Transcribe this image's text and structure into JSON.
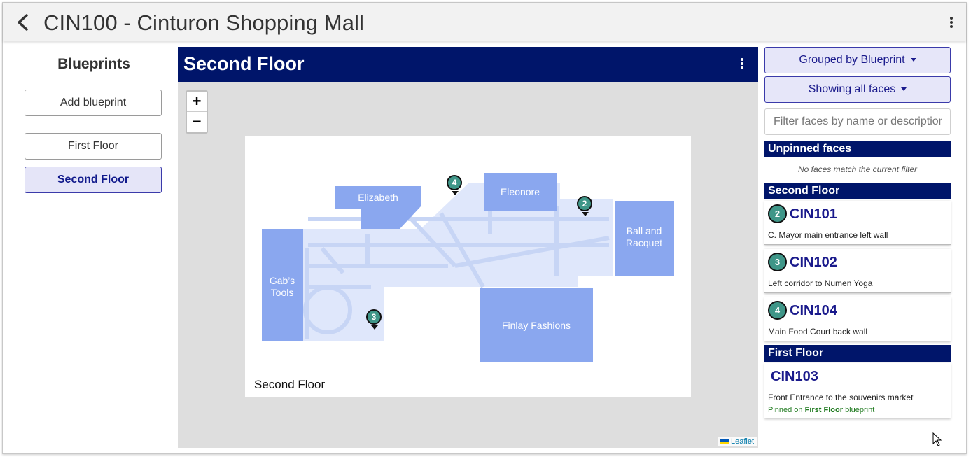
{
  "header": {
    "title": "CIN100 - Cinturon Shopping Mall"
  },
  "sidebar": {
    "heading": "Blueprints",
    "add_label": "Add blueprint",
    "items": [
      {
        "label": "First Floor",
        "selected": false
      },
      {
        "label": "Second Floor",
        "selected": true
      }
    ]
  },
  "map": {
    "title": "Second Floor",
    "zoom_in": "+",
    "zoom_out": "−",
    "attribution": "Leaflet",
    "blueprint": {
      "caption": "Second Floor",
      "stores": [
        "Elizabeth",
        "Eleonore",
        "Ball and Racquet",
        "Gab's Tools",
        "Finlay Fashions"
      ]
    },
    "markers": [
      "2",
      "3",
      "4"
    ]
  },
  "controls": {
    "grouped_label": "Grouped by Blueprint",
    "showing_label": "Showing all faces",
    "filter_placeholder": "Filter faces by name or description"
  },
  "faces": {
    "unpinned_heading": "Unpinned faces",
    "unpinned_empty": "No faces match the current filter",
    "second_floor_heading": "Second Floor",
    "second_floor": [
      {
        "badge": "2",
        "name": "CIN101",
        "description": "C. Mayor main entrance left wall"
      },
      {
        "badge": "3",
        "name": "CIN102",
        "description": "Left corridor to Numen Yoga"
      },
      {
        "badge": "4",
        "name": "CIN104",
        "description": "Main Food Court back wall"
      }
    ],
    "first_floor_heading": "First Floor",
    "first_floor": [
      {
        "name": "CIN103",
        "description": "Front Entrance to the souvenirs market",
        "pinned_prefix": "Pinned on",
        "pinned_blueprint": "First Floor",
        "pinned_suffix": "blueprint"
      }
    ]
  },
  "colors": {
    "navy": "#00156a",
    "accent": "#1a1a8c",
    "marker": "#3f9688",
    "store_fill": "#8aa7ef",
    "corridor_fill": "#dfe7fb"
  }
}
